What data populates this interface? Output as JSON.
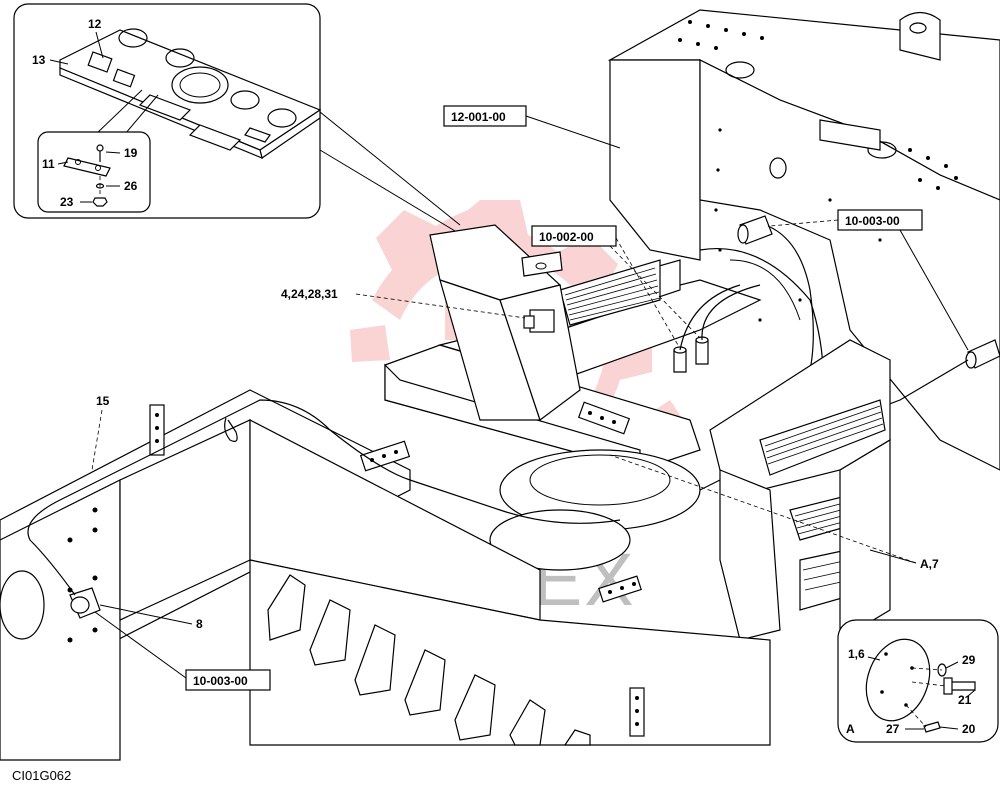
{
  "watermark": {
    "text": "ИНТЕХ",
    "color": "#f26b6b"
  },
  "caption": "CI01G062",
  "labels": {
    "l12": "12",
    "l13": "13",
    "l19": "19",
    "l11": "11",
    "l26": "26",
    "l23": "23",
    "l4": "4,24,28,31",
    "l15": "15",
    "l8": "8",
    "lA7": "A,7",
    "l16": "1,6",
    "l29": "29",
    "l21": "21",
    "lA": "A",
    "l27": "27",
    "l20": "20"
  },
  "boxes": {
    "b1200100": "12-001-00",
    "b1000200": "10-002-00",
    "b1000300a": "10-003-00",
    "b1000300b": "10-003-00"
  }
}
